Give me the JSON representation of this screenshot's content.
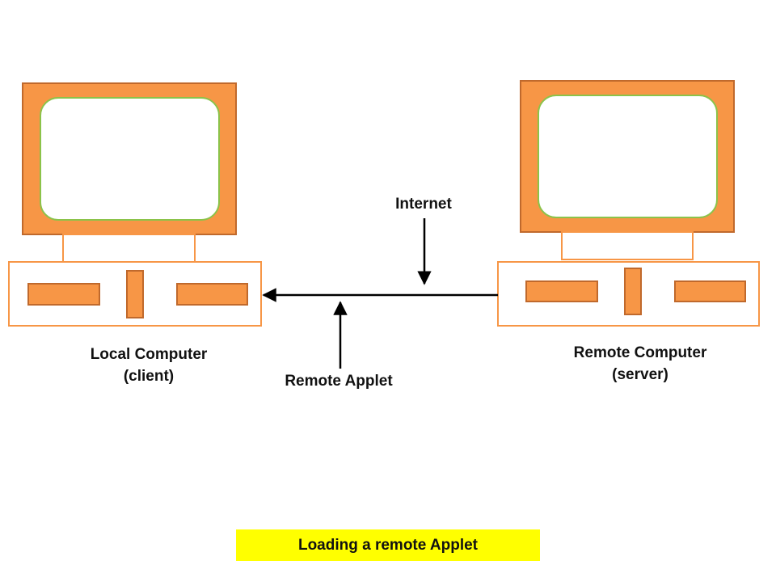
{
  "labels": {
    "local_computer_line1": "Local Computer",
    "local_computer_line2": "(client)",
    "remote_computer_line1": "Remote Computer",
    "remote_computer_line2": "(server)",
    "internet": "Internet",
    "remote_applet": "Remote Applet"
  },
  "caption": "Loading a remote Applet",
  "colors": {
    "computer_fill": "#f79646",
    "computer_stroke": "#c0692c",
    "screen_border": "#8bc34a",
    "arrow": "#000000",
    "caption_bg": "#ffff00"
  }
}
